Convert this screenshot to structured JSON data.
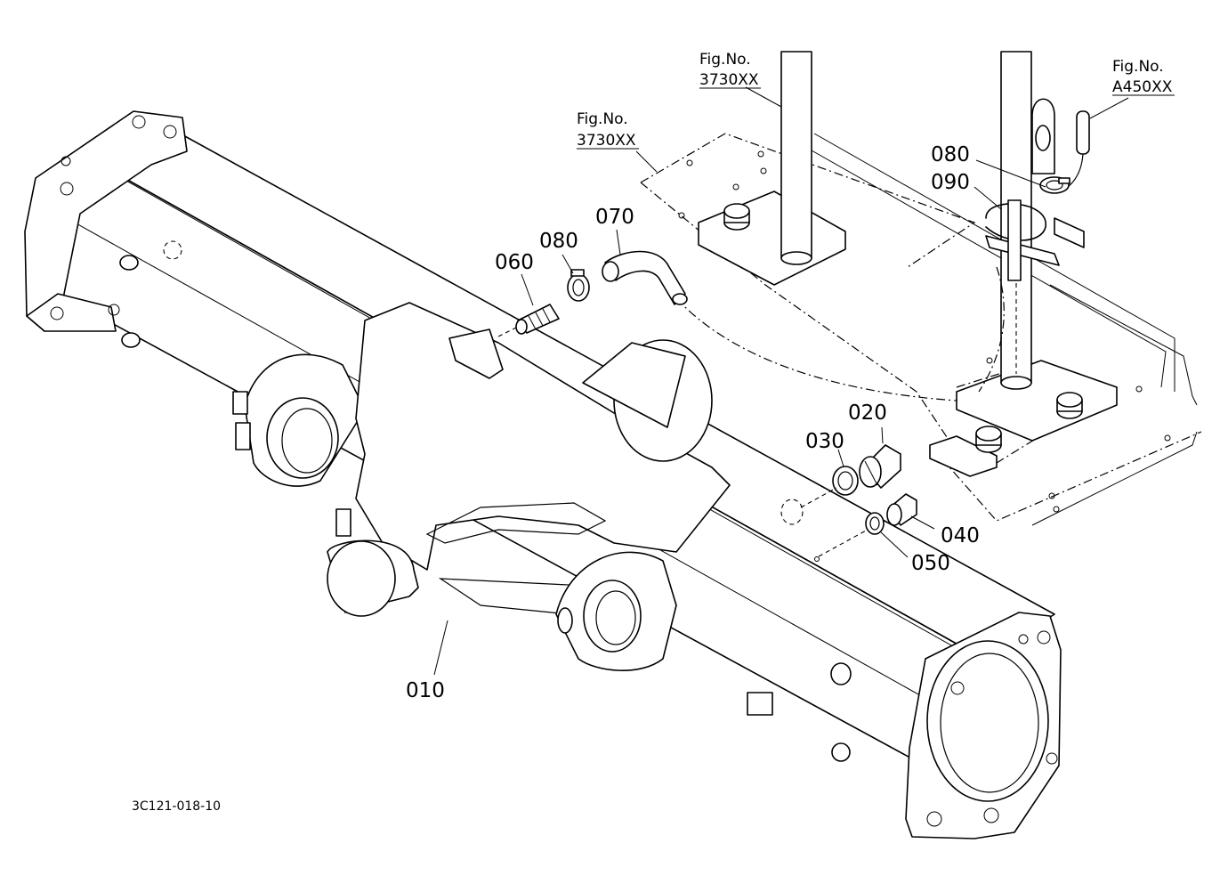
{
  "diagram": {
    "part_labels": {
      "p010": "010",
      "p020": "020",
      "p030": "030",
      "p040": "040",
      "p050": "050",
      "p060": "060",
      "p070": "070",
      "p080a": "080",
      "p080b": "080",
      "p090": "090"
    },
    "figure_refs": {
      "ref1": {
        "line1": "Fig.No.",
        "line2": "3730XX"
      },
      "ref2": {
        "line1": "Fig.No.",
        "line2": "3730XX"
      },
      "ref3": {
        "line1": "Fig.No.",
        "line2": "A450XX"
      }
    },
    "drawing_code": "3C121-018-10"
  }
}
